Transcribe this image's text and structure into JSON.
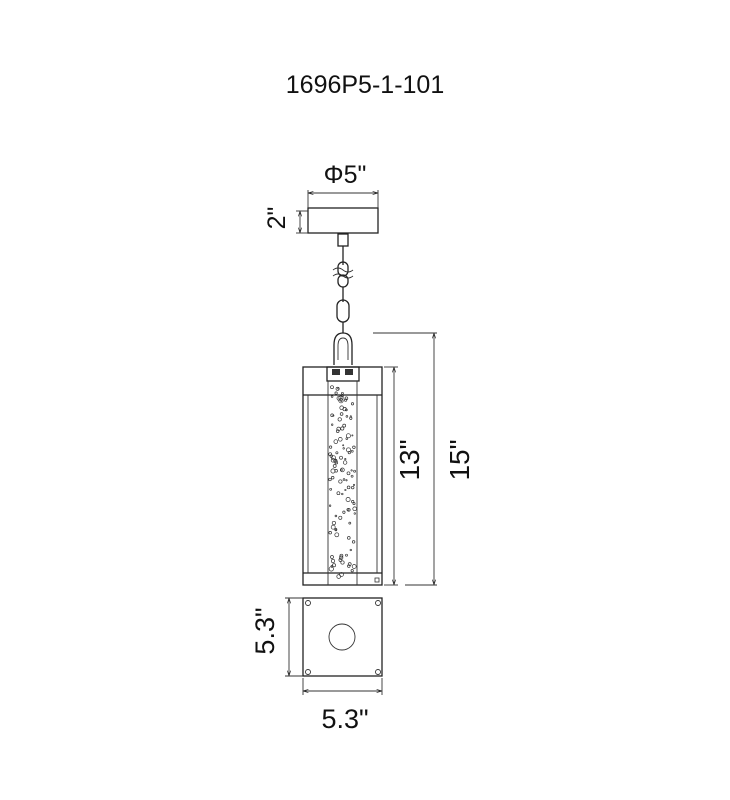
{
  "title": "1696P5-1-101",
  "dimensions": {
    "canopy_diameter": "Φ5\"",
    "canopy_height": "2\"",
    "body_height": "13\"",
    "overall_height": "15\"",
    "base_depth": "5.3\"",
    "base_width": "5.3\""
  }
}
